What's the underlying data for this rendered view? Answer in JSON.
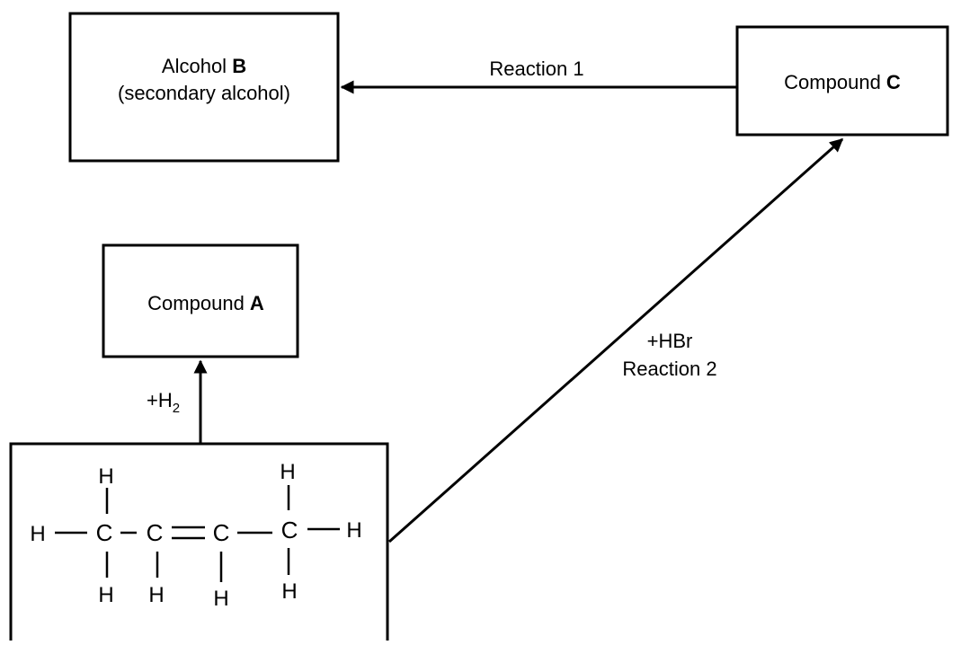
{
  "boxes": {
    "alcohol_b": {
      "line1": "Alcohol ",
      "line1_bold": "B",
      "line2": "(secondary alcohol)"
    },
    "compound_c": {
      "text": "Compound ",
      "bold": "C"
    },
    "compound_a": {
      "text": "Compound ",
      "bold": "A"
    }
  },
  "arrows": {
    "reaction1": {
      "label": "Reaction 1"
    },
    "reaction2": {
      "label_line1": "+HBr",
      "label_line2": "Reaction 2"
    },
    "hydrogenation": {
      "label": "+H",
      "subscript": "2"
    }
  },
  "molecule": {
    "atoms": {
      "H": "H",
      "C": "C"
    }
  },
  "colors": {
    "stroke": "#000000",
    "background": "#ffffff"
  }
}
